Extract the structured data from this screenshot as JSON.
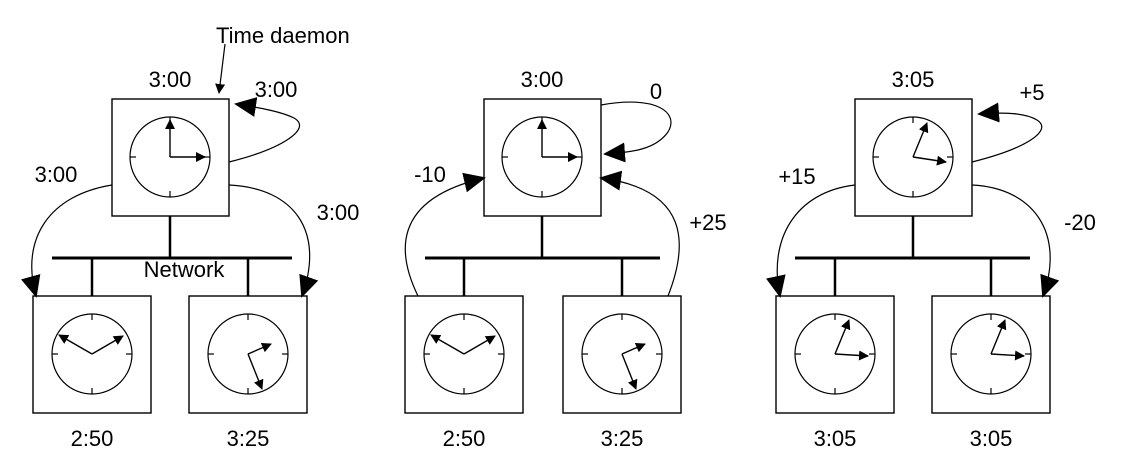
{
  "colors": {
    "ink": "#000000",
    "background": "#ffffff"
  },
  "icons": [
    "clock-icon",
    "arrowhead-icon",
    "pointer-arrow-icon"
  ],
  "stages": [
    {
      "daemon_label": "Time daemon",
      "daemon_time": "3:00",
      "self_value": "3:00",
      "left_value": "3:00",
      "right_value": "3:00",
      "network_label": "Network",
      "machine_left_time": "2:50",
      "machine_right_time": "3:25"
    },
    {
      "daemon_time": "3:00",
      "self_value": "0",
      "left_value": "-10",
      "right_value": "+25",
      "machine_left_time": "2:50",
      "machine_right_time": "3:25"
    },
    {
      "daemon_time": "3:05",
      "self_value": "+5",
      "left_value": "+15",
      "right_value": "-20",
      "machine_left_time": "3:05",
      "machine_right_time": "3:05"
    }
  ]
}
